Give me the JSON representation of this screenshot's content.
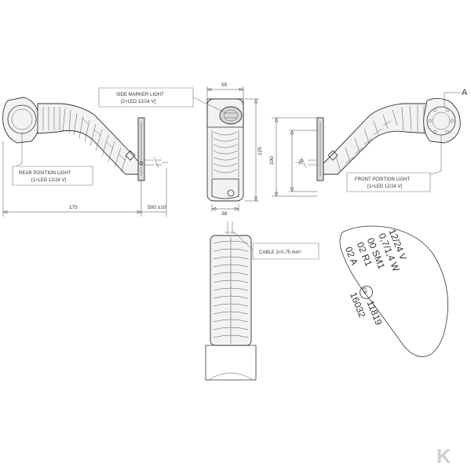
{
  "labels": {
    "side_marker": [
      "SIDE MARKER LIGHT",
      "[2×LED 12/24 V]"
    ],
    "rear_position": [
      "REAR POSITION LIGHT",
      "[1×LED 12/24 V]"
    ],
    "front_position": [
      "FRONT POSITION LIGHT",
      "[1×LED 12/24 V]"
    ],
    "cable": "CABLE 2×0,75 mm²"
  },
  "dimensions": {
    "d175": "175",
    "d500": "500 ±10",
    "d55": "55",
    "d125": "125",
    "d100": "100",
    "d38": "38",
    "d78": "78"
  },
  "detail_ref": "A",
  "marking": {
    "lines": [
      "12/24 V",
      "0,7/1,4 W",
      "00 SM1",
      "02 R1",
      "02 A",
      "11819",
      "16032"
    ],
    "e_mark": "E9"
  },
  "brand_mark": "K"
}
